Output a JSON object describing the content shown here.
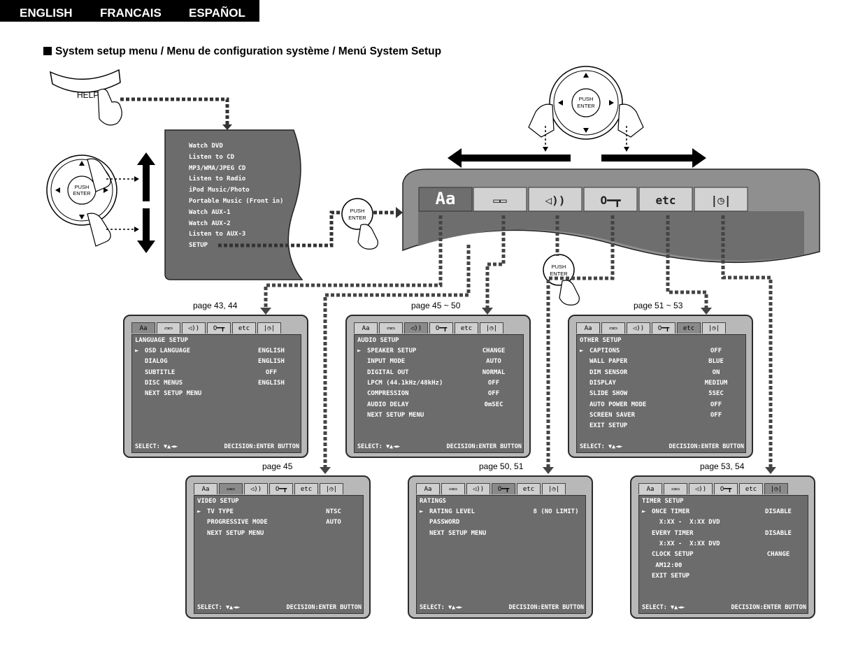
{
  "languages": [
    "ENGLISH",
    "FRANCAIS",
    "ESPAÑOL"
  ],
  "heading": "System setup menu / Menu de configuration système / Menú System Setup",
  "help_label": "HELP",
  "push_enter": [
    "PUSH",
    "ENTER"
  ],
  "source_menu": {
    "items": [
      "Watch DVD",
      "Listen to CD",
      "MP3/WMA/JPEG CD",
      "Listen to Radio",
      "iPod Music/Photo",
      "Portable Music (Front in)",
      "Watch AUX-1",
      "Watch AUX-2",
      "Listen to AUX-3",
      "SETUP"
    ]
  },
  "tabbar_icons": [
    "text-size-icon",
    "video-screen-icon",
    "speaker-icon",
    "key-icon",
    "etc-tools-icon",
    "timer-clock-icon"
  ],
  "tab_glyphs": [
    "Aa",
    "▭▭",
    "◁))",
    "O━┳",
    "etc",
    "|◷|"
  ],
  "panels": [
    {
      "page": "page 43, 44",
      "active_tab": 0,
      "title": "LANGUAGE SETUP",
      "rows": [
        {
          "label": "OSD LANGUAGE",
          "value": "ENGLISH",
          "cursor": true
        },
        {
          "label": "DIALOG",
          "value": "ENGLISH"
        },
        {
          "label": "SUBTITLE",
          "value": "OFF"
        },
        {
          "label": "DISC MENUS",
          "value": "ENGLISH"
        },
        {
          "label": "NEXT SETUP MENU",
          "value": ""
        }
      ]
    },
    {
      "page": "page 45 ~ 50",
      "active_tab": 2,
      "title": "AUDIO SETUP",
      "rows": [
        {
          "label": "SPEAKER SETUP",
          "value": "CHANGE",
          "cursor": true
        },
        {
          "label": "INPUT MODE",
          "value": "AUTO"
        },
        {
          "label": "DIGITAL OUT",
          "value": "NORMAL"
        },
        {
          "label": "LPCM (44.1kHz/48kHz)",
          "value": "OFF"
        },
        {
          "label": "COMPRESSION",
          "value": "OFF"
        },
        {
          "label": "AUDIO DELAY",
          "value": "0mSEC"
        },
        {
          "label": "NEXT SETUP MENU",
          "value": ""
        }
      ]
    },
    {
      "page": "page 51 ~ 53",
      "active_tab": 4,
      "title": "OTHER SETUP",
      "rows": [
        {
          "label": "CAPTIONS",
          "value": "OFF",
          "cursor": true
        },
        {
          "label": "WALL PAPER",
          "value": "BLUE"
        },
        {
          "label": "DIM SENSOR",
          "value": "ON"
        },
        {
          "label": "DISPLAY",
          "value": "MEDIUM"
        },
        {
          "label": "SLIDE SHOW",
          "value": "5SEC"
        },
        {
          "label": "AUTO POWER MODE",
          "value": "OFF"
        },
        {
          "label": "SCREEN SAVER",
          "value": "OFF"
        },
        {
          "label": "EXIT SETUP",
          "value": ""
        }
      ]
    },
    {
      "page": "page 45",
      "active_tab": 1,
      "title": "VIDEO SETUP",
      "rows": [
        {
          "label": "TV TYPE",
          "value": "NTSC",
          "cursor": true
        },
        {
          "label": "PROGRESSIVE MODE",
          "value": "AUTO"
        },
        {
          "label": "NEXT SETUP MENU",
          "value": ""
        }
      ]
    },
    {
      "page": "page 50, 51",
      "active_tab": 3,
      "title": "RATINGS",
      "rows": [
        {
          "label": "RATING LEVEL",
          "value": "8 (NO LIMIT)",
          "cursor": true
        },
        {
          "label": "PASSWORD",
          "value": ""
        },
        {
          "label": "NEXT SETUP MENU",
          "value": ""
        }
      ]
    },
    {
      "page": "page 53, 54",
      "active_tab": 5,
      "title": "TIMER SETUP",
      "rows": [
        {
          "label": "ONCE TIMER",
          "value": "DISABLE",
          "cursor": true
        },
        {
          "label": "  X:XX -  X:XX DVD",
          "value": ""
        },
        {
          "label": "EVERY TIMER",
          "value": "DISABLE"
        },
        {
          "label": "  X:XX -  X:XX DVD",
          "value": ""
        },
        {
          "label": "CLOCK SETUP",
          "value": "CHANGE"
        },
        {
          "label": " AM12:00",
          "value": ""
        },
        {
          "label": "EXIT SETUP",
          "value": ""
        }
      ]
    }
  ],
  "footer": {
    "select": "SELECT: ▼▲◄►",
    "decision": "DECISION:ENTER BUTTON"
  },
  "cursor_glyph": "►"
}
